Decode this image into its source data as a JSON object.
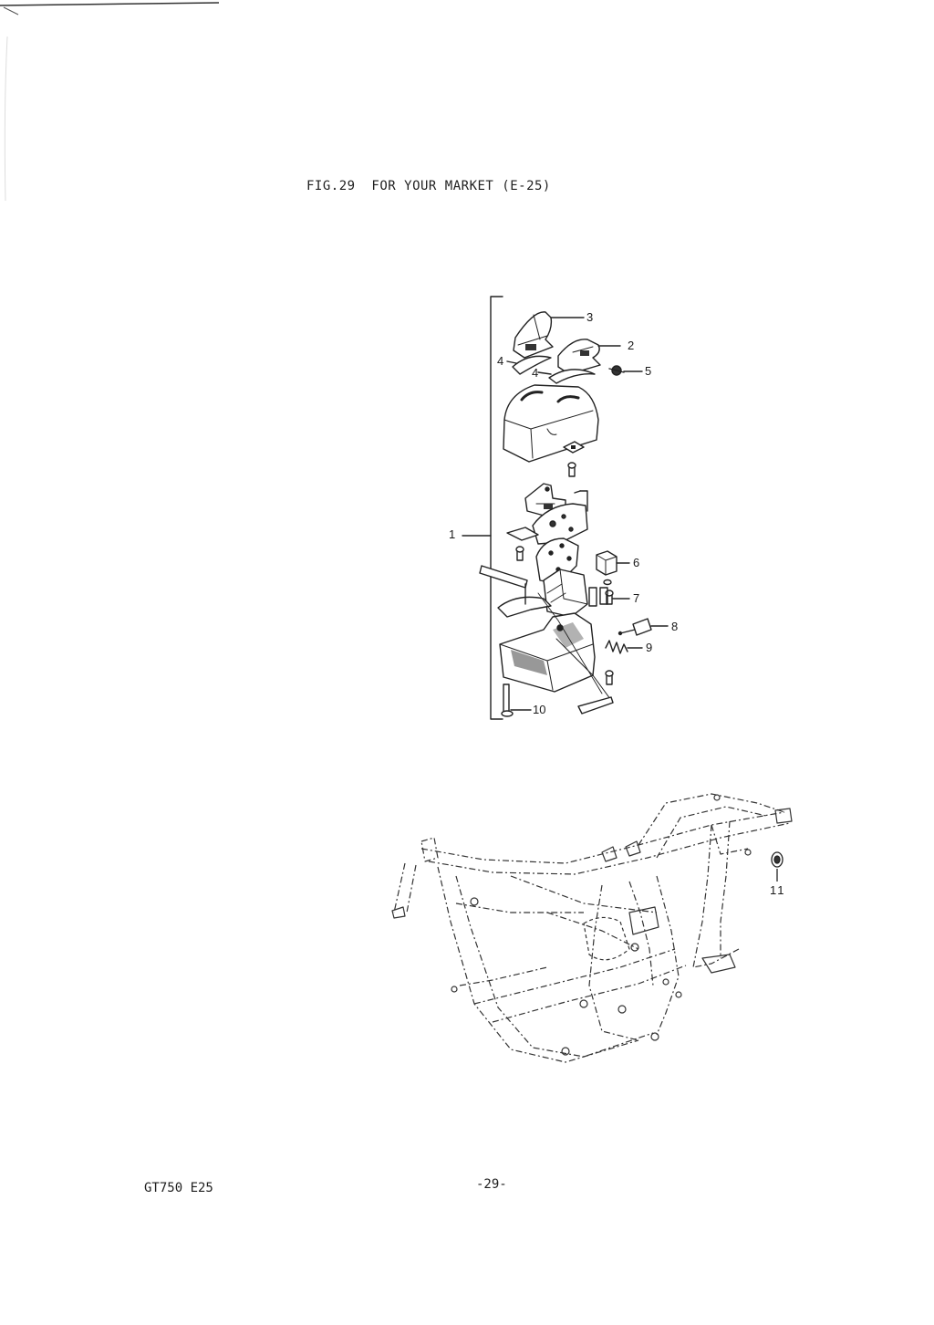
{
  "document": {
    "figure_title": "FIG.29  FOR YOUR MARKET (E-25)",
    "model_code": "GT750 E25",
    "page_number": "-29-"
  },
  "parts_diagram": {
    "upper_assembly_callouts": [
      "1",
      "2",
      "3",
      "4",
      "4",
      "5",
      "6",
      "7",
      "8",
      "9",
      "10"
    ],
    "frame_callouts": [
      "11"
    ]
  }
}
